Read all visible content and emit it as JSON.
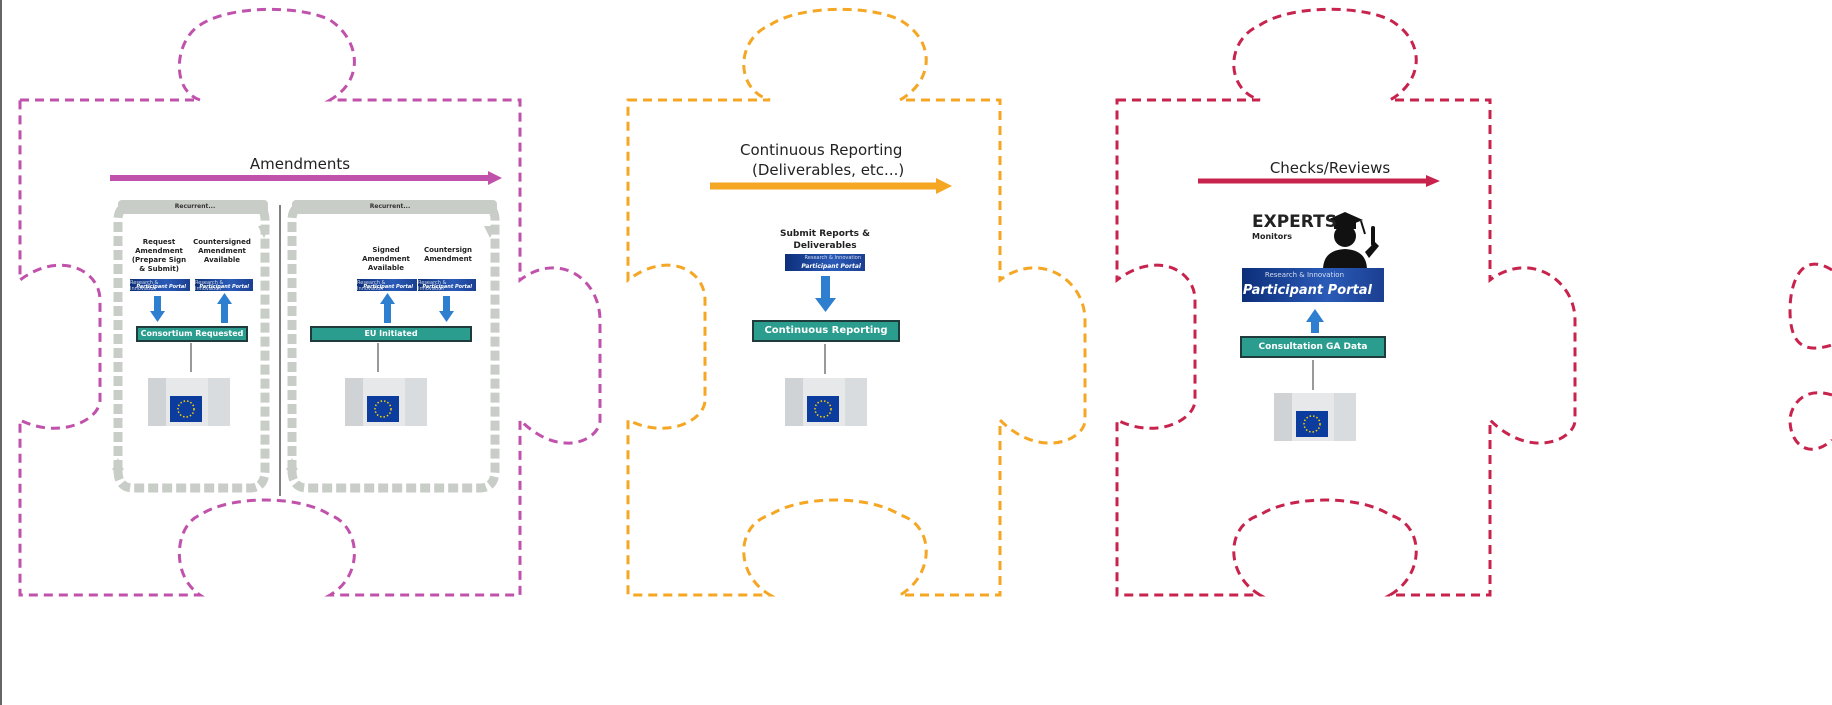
{
  "panels": {
    "amendments": {
      "title": "Amendments",
      "color": "#c052ab",
      "left_cycle": {
        "header": "Recurrent...",
        "step1": "Request Amendment (Prepare Sign & Submit)",
        "step2": "Countersigned Amendment Available",
        "status": "Consortium Requested"
      },
      "right_cycle": {
        "header": "Recurrent...",
        "step1": "Signed Amendment Available",
        "step2": "Countersign Amendment",
        "status": "EU Initiated"
      }
    },
    "reporting": {
      "title_line1": "Continuous Reporting",
      "title_line2": "(Deliverables, etc...)",
      "color": "#f5a623",
      "action": "Submit Reports & Deliverables",
      "status": "Continuous Reporting"
    },
    "checks": {
      "title": "Checks/Reviews",
      "color": "#c8234d",
      "experts": "EXPERTS",
      "monitors": "Monitors",
      "status": "Consultation GA Data"
    }
  },
  "portal": {
    "title": "Participant Portal",
    "subtitle": "Research & Innovation"
  },
  "colors": {
    "teal": "#2a9d8f",
    "cycle_gray": "#c9cdc7",
    "arrow_blue": "#2f7fd0"
  },
  "icons": [
    "eu-flag-icon",
    "expert-graduate-icon",
    "blue-arrow-icon",
    "cycle-arrow-icon"
  ]
}
